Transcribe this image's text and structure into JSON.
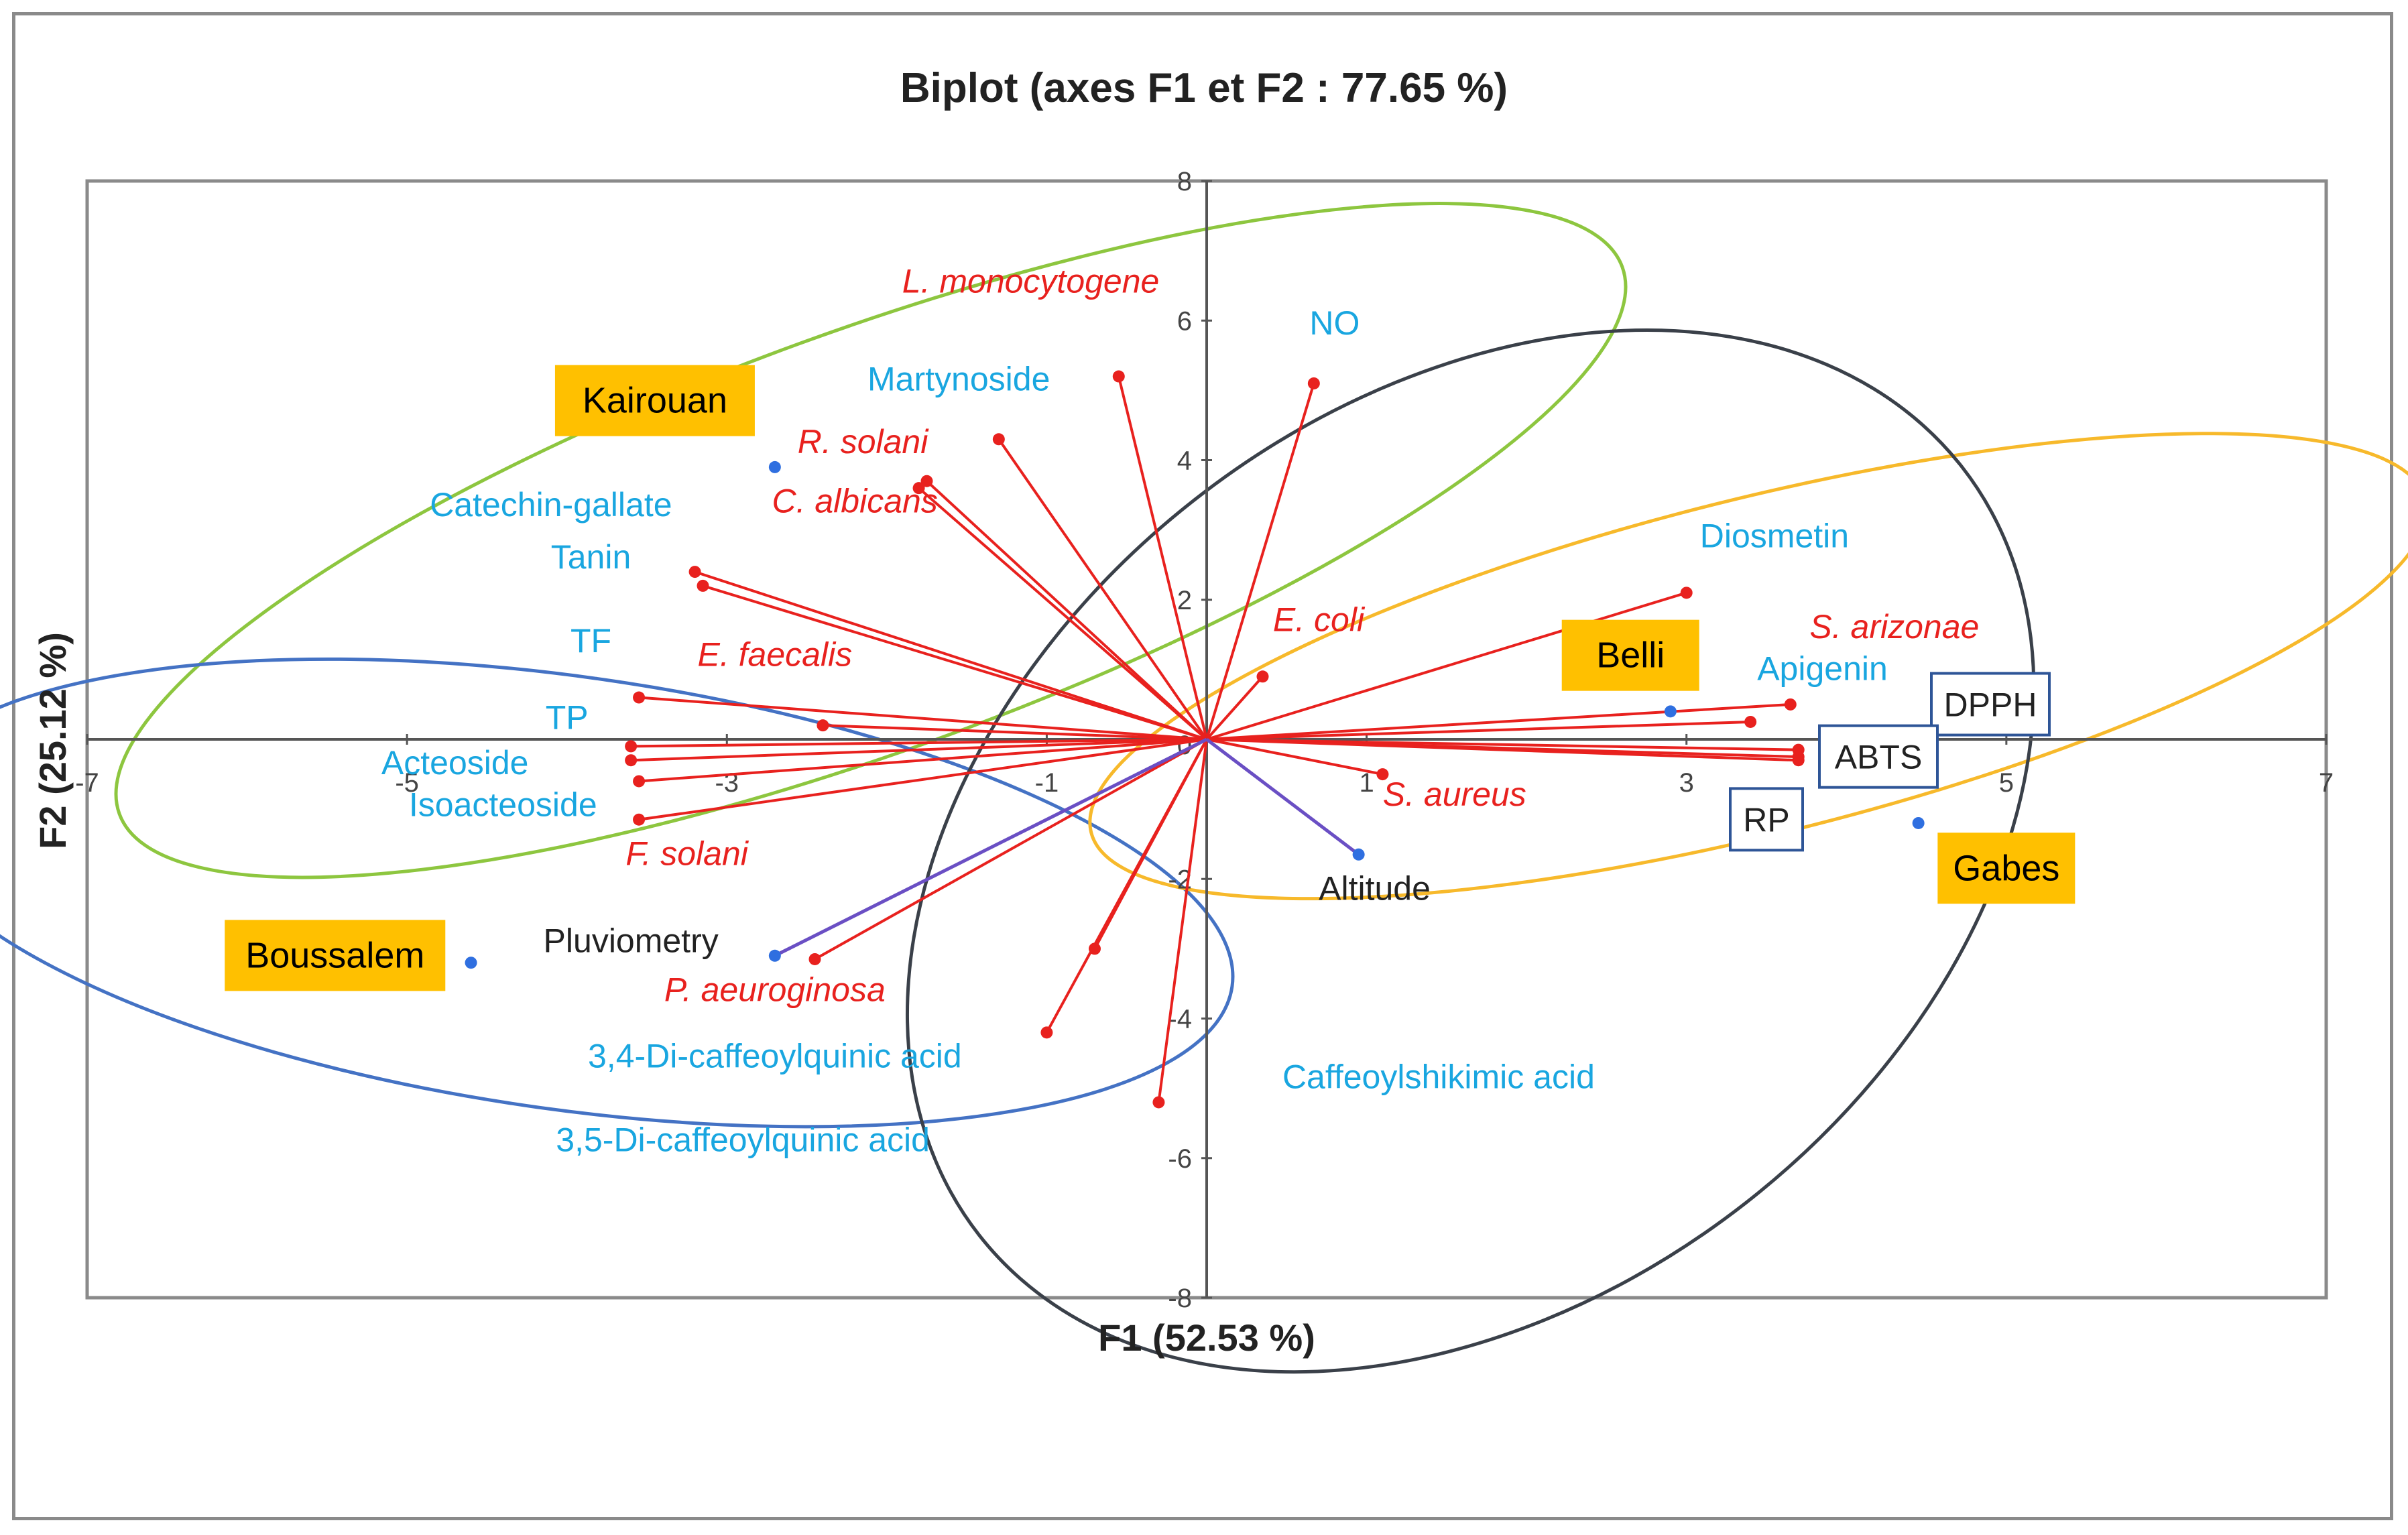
{
  "chart_data": {
    "type": "scatter",
    "title": "Biplot (axes F1 et F2 : 77.65 %)",
    "xlabel": "F1 (52.53 %)",
    "ylabel": "F2 (25.12 %)",
    "xlim": [
      -7,
      7
    ],
    "ylim": [
      -8,
      8
    ],
    "xticks": [
      -7,
      -5,
      -3,
      -1,
      1,
      3,
      5,
      7
    ],
    "yticks": [
      -8,
      -6,
      -4,
      -2,
      0,
      2,
      4,
      6,
      8
    ],
    "colors": {
      "vector": "#e8211e",
      "supplementary_vector": "#6a4fc4",
      "observation": "#2f6fe0",
      "variable_text": "#19a6e0",
      "microbe_text": "#e8211e",
      "dark_text": "#222222",
      "site_fill": "#ffc000",
      "box_stroke": "#2e5597"
    },
    "ellipses": [
      {
        "group": "Kairouan",
        "color": "#8dc63f",
        "cx": -2.1,
        "cy": 2.85,
        "rx": 5.0,
        "ry": 3.0,
        "angle": 20
      },
      {
        "group": "Boussalem",
        "color": "#4472c4",
        "cx": -4.0,
        "cy": -2.2,
        "rx": 4.2,
        "ry": 3.1,
        "angle": -8
      },
      {
        "group": "Belli",
        "color": "#f7b92b",
        "cx": 3.45,
        "cy": 1.05,
        "rx": 4.3,
        "ry": 2.4,
        "angle": 14
      },
      {
        "group": "Gabes",
        "color": "#3a4049",
        "cx": 1.65,
        "cy": -1.6,
        "rx": 3.9,
        "ry": 6.4,
        "angle": 38
      }
    ],
    "vectors": [
      {
        "label": "L. monocytogene",
        "x": -0.55,
        "y": 5.2,
        "microbe": true,
        "lx": -1.1,
        "ly": 6.4
      },
      {
        "label": "NO",
        "x": 0.67,
        "y": 5.1,
        "microbe": false,
        "lx": 0.8,
        "ly": 5.8
      },
      {
        "label": "Martynoside",
        "x": -1.3,
        "y": 4.3,
        "microbe": false,
        "lx": -1.55,
        "ly": 5.0
      },
      {
        "label": "R. solani",
        "x": -1.75,
        "y": 3.7,
        "microbe": true,
        "lx": -2.15,
        "ly": 4.1
      },
      {
        "label": "C. albicans",
        "x": -1.8,
        "y": 3.6,
        "microbe": true,
        "lx": -2.2,
        "ly": 3.25
      },
      {
        "label": "Catechin-gallate",
        "x": -3.2,
        "y": 2.4,
        "microbe": false,
        "lx": -4.1,
        "ly": 3.2
      },
      {
        "label": "Tanin",
        "x": -3.15,
        "y": 2.2,
        "microbe": false,
        "lx": -3.85,
        "ly": 2.45
      },
      {
        "label": "Diosmetin",
        "x": 3.0,
        "y": 2.1,
        "microbe": false,
        "lx": 3.55,
        "ly": 2.75
      },
      {
        "label": "E. coli",
        "x": 0.35,
        "y": 0.9,
        "microbe": true,
        "lx": 0.7,
        "ly": 1.55
      },
      {
        "label": "S. arizonae",
        "x": 3.65,
        "y": 0.5,
        "microbe": true,
        "lx": 4.3,
        "ly": 1.45
      },
      {
        "label": "E. faecalis",
        "x": -2.4,
        "y": 0.2,
        "microbe": true,
        "lx": -2.7,
        "ly": 1.05
      },
      {
        "label": "TF",
        "x": -3.55,
        "y": 0.6,
        "microbe": false,
        "lx": -3.85,
        "ly": 1.25
      },
      {
        "label": "Apigenin",
        "x": 3.4,
        "y": 0.25,
        "microbe": false,
        "lx": 3.85,
        "ly": 0.85
      },
      {
        "label": "TP",
        "x": -3.6,
        "y": -0.1,
        "microbe": false,
        "lx": -4.0,
        "ly": 0.15
      },
      {
        "label": "DPPH",
        "x": 3.7,
        "y": -0.15,
        "microbe": false,
        "lx": 0,
        "ly": 0
      },
      {
        "label": "Acteoside",
        "x": -3.6,
        "y": -0.3,
        "microbe": false,
        "lx": -4.7,
        "ly": -0.5
      },
      {
        "label": "ABTS",
        "x": 3.7,
        "y": -0.25,
        "microbe": false,
        "lx": 0,
        "ly": 0
      },
      {
        "label": "RP",
        "x": 3.7,
        "y": -0.3,
        "microbe": false,
        "lx": 0,
        "ly": 0
      },
      {
        "label": "S. aureus",
        "x": 1.1,
        "y": -0.5,
        "microbe": true,
        "lx": 1.55,
        "ly": -0.95
      },
      {
        "label": "Isoacteoside",
        "x": -3.55,
        "y": -0.6,
        "microbe": false,
        "lx": -4.4,
        "ly": -1.1
      },
      {
        "label": "F. solani",
        "x": -3.55,
        "y": -1.15,
        "microbe": true,
        "lx": -3.25,
        "ly": -1.8
      },
      {
        "label": "P. aeuroginosa",
        "x": -2.45,
        "y": -3.15,
        "microbe": true,
        "lx": -2.7,
        "ly": -3.75
      },
      {
        "label": "3,4-Di-caffeoylquinic acid",
        "x": -0.7,
        "y": -3.0,
        "microbe": false,
        "lx": -2.7,
        "ly": -4.7
      },
      {
        "label": "3,5-Di-caffeoylquinic acid",
        "x": -1.0,
        "y": -4.2,
        "microbe": false,
        "lx": -2.9,
        "ly": -5.9
      },
      {
        "label": "Caffeoylshikimic acid",
        "x": -0.3,
        "y": -5.2,
        "microbe": false,
        "lx": 1.45,
        "ly": -5.0
      }
    ],
    "supplementary": [
      {
        "label": "Altitude",
        "x": 0.95,
        "y": -1.65,
        "lx": 1.05,
        "ly": -2.3
      },
      {
        "label": "Pluviometry",
        "x": -2.7,
        "y": -3.1,
        "lx": -3.6,
        "ly": -3.05
      }
    ],
    "observations": [
      {
        "label": "Kairouan",
        "x": -2.7,
        "y": 3.9,
        "lx": -3.45,
        "ly": 4.7
      },
      {
        "label": "Boussalem",
        "x": -4.6,
        "y": -3.2,
        "lx": -5.45,
        "ly": -3.25
      },
      {
        "label": "Belli",
        "x": 2.9,
        "y": 0.4,
        "lx": 2.65,
        "ly": 1.05
      },
      {
        "label": "Gabes",
        "x": 4.45,
        "y": -1.2,
        "lx": 5.0,
        "ly": -2.0
      }
    ],
    "boxed_labels": [
      {
        "label": "DPPH",
        "lx": 4.9,
        "ly": 0.35
      },
      {
        "label": "ABTS",
        "lx": 4.2,
        "ly": -0.4
      },
      {
        "label": "RP",
        "lx": 3.5,
        "ly": -1.3
      }
    ]
  }
}
